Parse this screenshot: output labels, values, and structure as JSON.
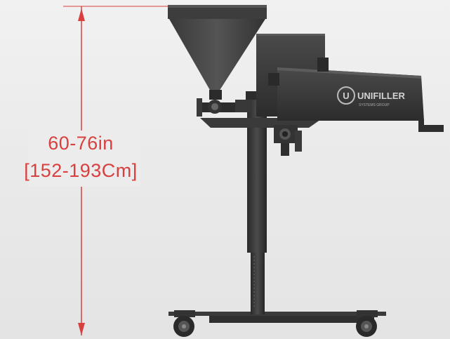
{
  "dimension": {
    "label_inches": "60-76in",
    "label_cm": "[152-193Cm]",
    "color": "#d8403f"
  },
  "machine": {
    "brand": "UNIFILLER",
    "brand_sub": "SYSTEMS GROUP",
    "body_color": "#3b3b3b",
    "dark_color": "#232323"
  }
}
